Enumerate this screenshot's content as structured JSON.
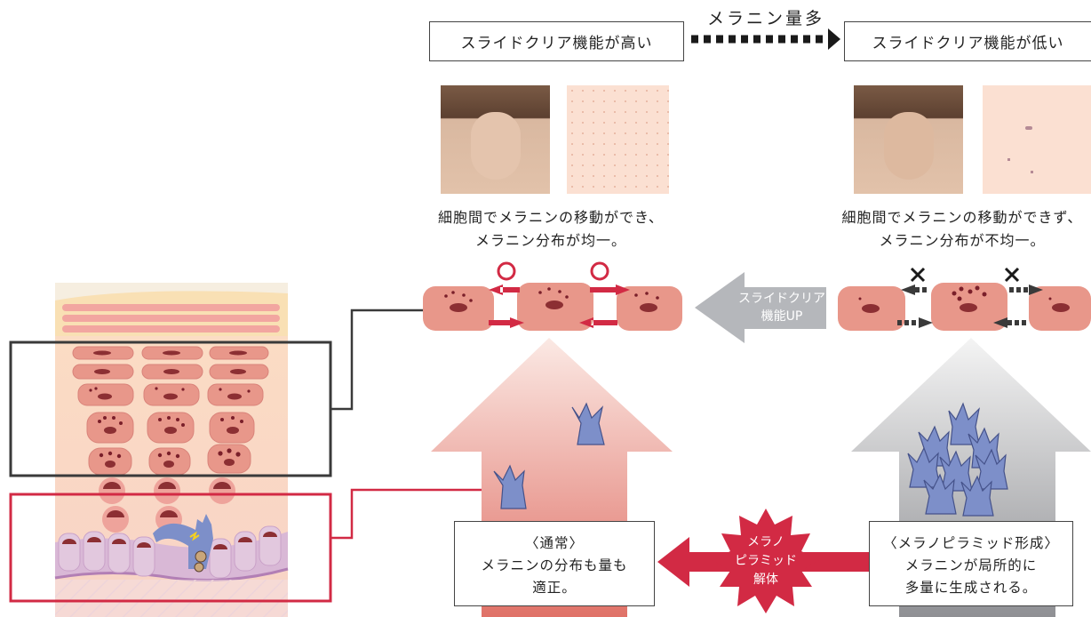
{
  "top": {
    "arrow_label": "メラニン量多",
    "left_box": "スライドクリア機能が高い",
    "right_box": "スライドクリア機能が低い"
  },
  "captions": {
    "left": [
      "細胞間でメラニンの移動ができ、",
      "メラニン分布が均一。"
    ],
    "right": [
      "細胞間でメラニンの移動ができず、",
      "メラニン分布が不均一。"
    ]
  },
  "mid_arrow": [
    "スライドクリア",
    "機能UP"
  ],
  "burst": [
    "メラノ",
    "ピラミッド",
    "解体"
  ],
  "notes": {
    "left": [
      "〈通常〉",
      "メラニンの分布も量も",
      "適正。"
    ],
    "right": [
      "〈メラノピラミッド形成〉",
      "メラニンが局所的に",
      "多量に生成される。"
    ]
  },
  "colors": {
    "red": "#d22a44",
    "dark": "#3a3a3a",
    "cell": "#e8978a",
    "pigment": "#7a1f2a",
    "skin_bg": "#fbe0d2",
    "grey": "#b5b7bb"
  }
}
